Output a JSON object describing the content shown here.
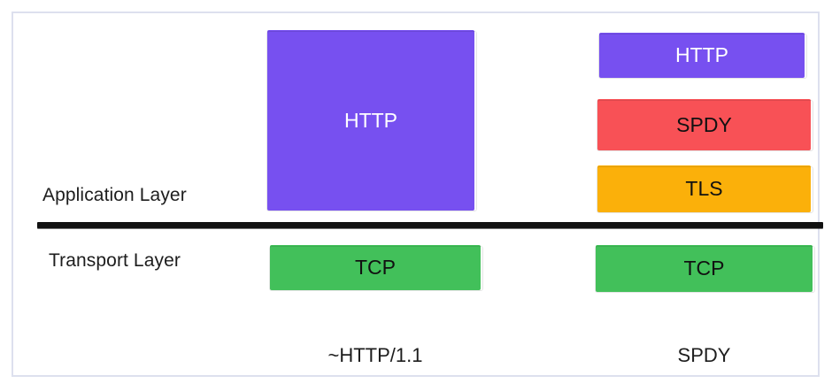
{
  "diagram": {
    "title_visible": false,
    "layers": [
      {
        "name": "application-layer",
        "label": "Application Layer"
      },
      {
        "name": "transport-layer",
        "label": "Transport Layer"
      }
    ],
    "divider": {
      "name": "layer-divider",
      "color": "#111111"
    },
    "columns": [
      {
        "name": "http11-stack",
        "caption": "~HTTP/1.1",
        "boxes": [
          {
            "name": "http",
            "label": "HTTP",
            "color": "#7750F0",
            "text_color": "#ffffff",
            "layer": "application"
          },
          {
            "name": "tcp",
            "label": "TCP",
            "color": "#42C05A",
            "text_color": "#111111",
            "layer": "transport"
          }
        ]
      },
      {
        "name": "spdy-stack",
        "caption": "SPDY",
        "boxes": [
          {
            "name": "http",
            "label": "HTTP",
            "color": "#7750F0",
            "text_color": "#ffffff",
            "layer": "application"
          },
          {
            "name": "spdy",
            "label": "SPDY",
            "color": "#F85156",
            "text_color": "#111111",
            "layer": "application"
          },
          {
            "name": "tls",
            "label": "TLS",
            "color": "#FBB00A",
            "text_color": "#111111",
            "layer": "application"
          },
          {
            "name": "tcp",
            "label": "TCP",
            "color": "#42C05A",
            "text_color": "#111111",
            "layer": "transport"
          }
        ]
      }
    ],
    "palette": {
      "purple": "#7750F0",
      "red": "#F85156",
      "orange": "#FBB00A",
      "green": "#42C05A",
      "black": "#111111",
      "frame_border": "#dde0ee",
      "background": "#ffffff"
    }
  }
}
